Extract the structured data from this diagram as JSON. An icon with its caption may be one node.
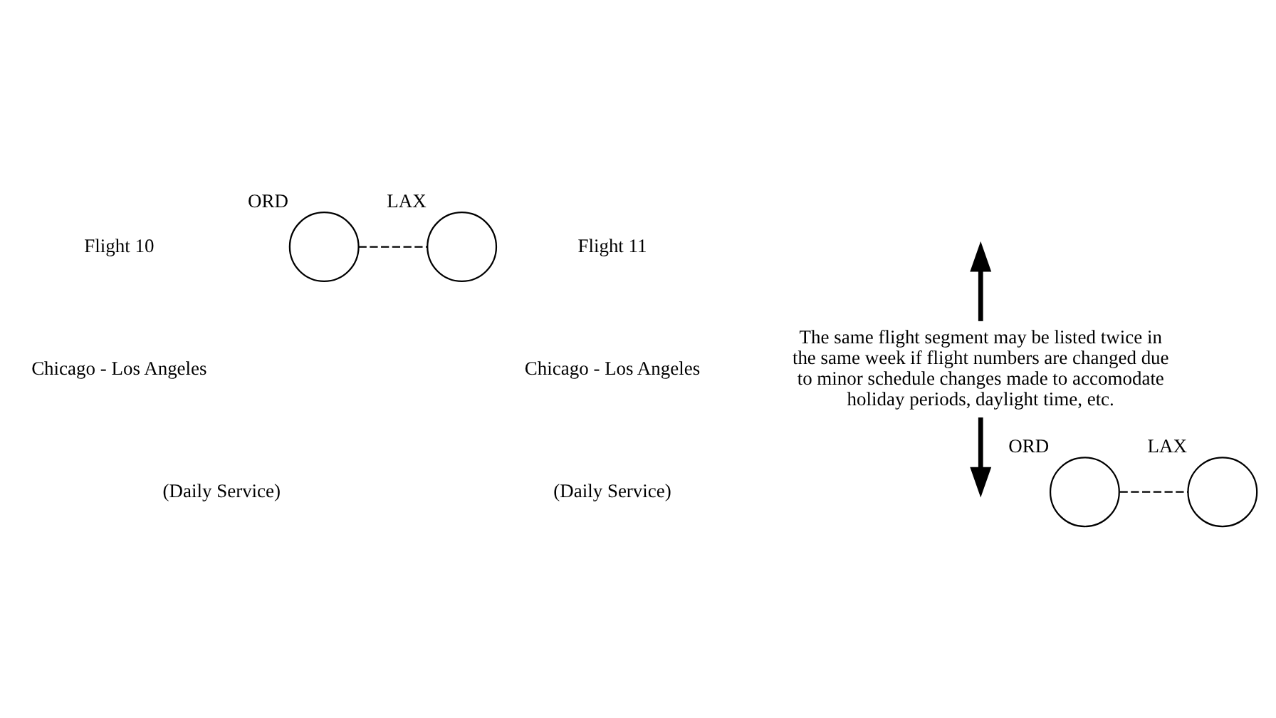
{
  "diagram": {
    "nodes": [
      {
        "text": [],
        "shape": "circle",
        "beside": [
          "ORD"
        ]
      },
      {
        "text": [],
        "shape": "circle",
        "beside": [
          "LAX"
        ]
      },
      {
        "text": [
          "The same flight segment may be listed twice in the same week if flight numbers are changed due to minor schedule changes made to accomodate holiday periods, daylight time, etc."
        ]
      },
      {
        "text": [],
        "shape": "circle",
        "beside": [
          "ORD"
        ]
      },
      {
        "text": [],
        "shape": "circle",
        "beside": [
          "LAX"
        ]
      }
    ],
    "edges": [
      {
        "from": 0,
        "to": 1,
        "arrow": "none",
        "style": "dashed"
      },
      {
        "from": 2,
        "to": null,
        "arrow": "to",
        "style": "thick"
      },
      {
        "from": 2,
        "to": null,
        "arrow": "to",
        "style": "thick"
      },
      {
        "from": 3,
        "to": 4,
        "arrow": "none",
        "style": "dashed"
      }
    ],
    "labels": [
      "Flight 10",
      "Chicago - Los Angeles",
      "(Daily Service)",
      "Flight 11",
      "Chicago - Los Angeles",
      "(Daily Service)"
    ]
  }
}
